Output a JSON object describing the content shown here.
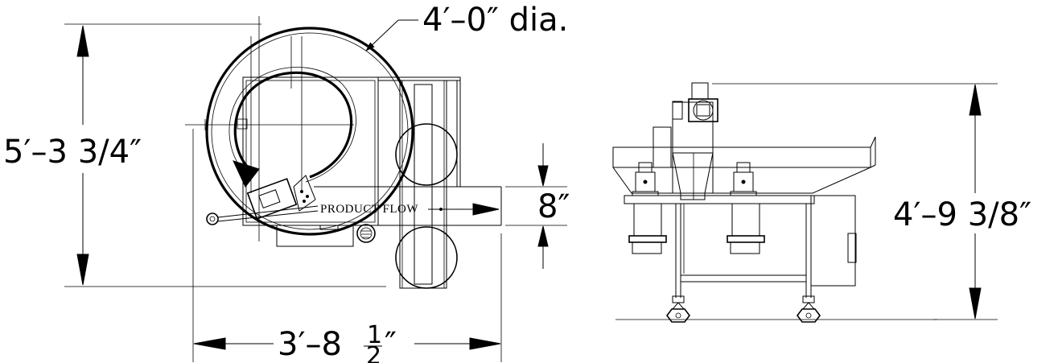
{
  "top_view": {
    "diameter_label": "4′–0″ dia.",
    "height_label": "5′–3 3/4″",
    "width_label_whole": "3′–8",
    "width_label_num": "1",
    "width_label_den": "2",
    "width_label_inch": "″",
    "conveyor_width_label": "8″",
    "flow_label": "PRODUCT FLOW"
  },
  "side_view": {
    "height_label": "4′–9 3/8″"
  }
}
